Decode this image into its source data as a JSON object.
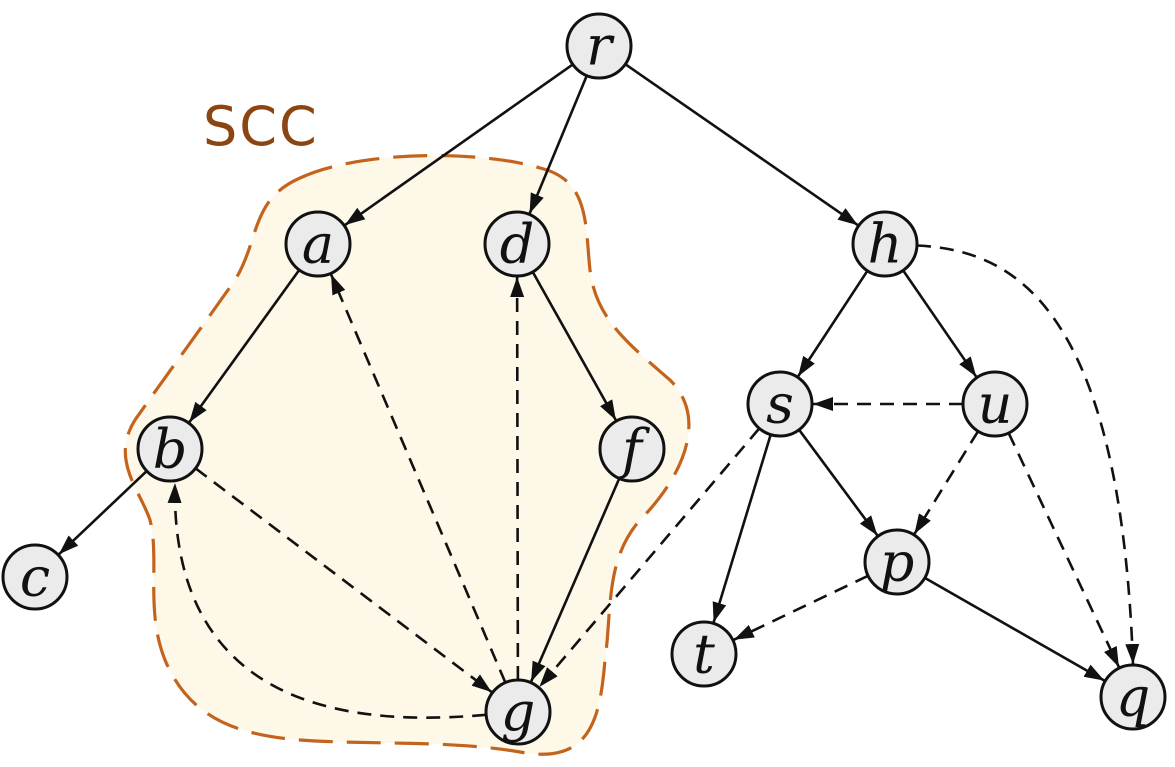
{
  "region": {
    "label": "SCC",
    "stroke_color": "#c4631c",
    "fill_color": "#fef8e8",
    "label_color": "#8b4513",
    "members": [
      "a",
      "b",
      "d",
      "f",
      "g"
    ]
  },
  "nodes": [
    {
      "id": "r",
      "label": "r"
    },
    {
      "id": "a",
      "label": "a"
    },
    {
      "id": "d",
      "label": "d"
    },
    {
      "id": "h",
      "label": "h"
    },
    {
      "id": "b",
      "label": "b"
    },
    {
      "id": "f",
      "label": "f"
    },
    {
      "id": "s",
      "label": "s"
    },
    {
      "id": "u",
      "label": "u"
    },
    {
      "id": "c",
      "label": "c"
    },
    {
      "id": "p",
      "label": "p"
    },
    {
      "id": "t",
      "label": "t"
    },
    {
      "id": "g",
      "label": "g"
    },
    {
      "id": "q",
      "label": "q"
    }
  ],
  "edges": [
    {
      "from": "r",
      "to": "a",
      "style": "solid"
    },
    {
      "from": "r",
      "to": "d",
      "style": "solid"
    },
    {
      "from": "r",
      "to": "h",
      "style": "solid"
    },
    {
      "from": "a",
      "to": "b",
      "style": "solid"
    },
    {
      "from": "b",
      "to": "c",
      "style": "solid"
    },
    {
      "from": "d",
      "to": "f",
      "style": "solid"
    },
    {
      "from": "f",
      "to": "g",
      "style": "solid"
    },
    {
      "from": "h",
      "to": "s",
      "style": "solid"
    },
    {
      "from": "h",
      "to": "u",
      "style": "solid"
    },
    {
      "from": "s",
      "to": "p",
      "style": "solid"
    },
    {
      "from": "s",
      "to": "t",
      "style": "solid"
    },
    {
      "from": "p",
      "to": "q",
      "style": "solid"
    },
    {
      "from": "b",
      "to": "g",
      "style": "dashed"
    },
    {
      "from": "g",
      "to": "a",
      "style": "dashed"
    },
    {
      "from": "g",
      "to": "d",
      "style": "dashed"
    },
    {
      "from": "g",
      "to": "b",
      "style": "dashed"
    },
    {
      "from": "s",
      "to": "g",
      "style": "dashed"
    },
    {
      "from": "u",
      "to": "s",
      "style": "dashed"
    },
    {
      "from": "u",
      "to": "p",
      "style": "dashed"
    },
    {
      "from": "u",
      "to": "q",
      "style": "dashed"
    },
    {
      "from": "p",
      "to": "t",
      "style": "dashed"
    },
    {
      "from": "h",
      "to": "q",
      "style": "dashed"
    }
  ]
}
